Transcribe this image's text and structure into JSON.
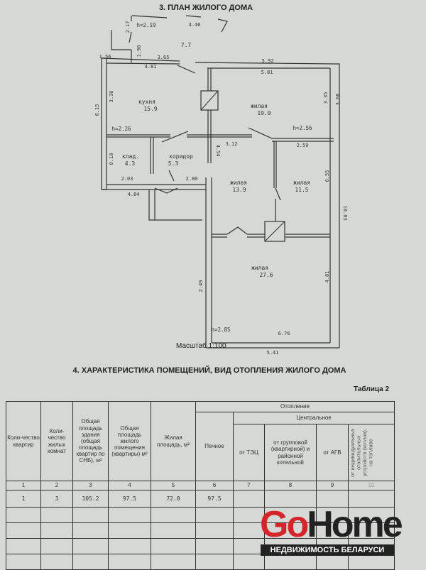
{
  "plan": {
    "title": "3. ПЛАН ЖИЛОГО ДОМА",
    "scale": "Масштаб 1:100",
    "rooms": [
      {
        "name": "кухня",
        "area": "15.9"
      },
      {
        "name": "жилая",
        "area": "19.0"
      },
      {
        "name": "клад.",
        "area": "4.3"
      },
      {
        "name": "коридор",
        "area": "5.3"
      },
      {
        "name": "жилая",
        "area": "13.9"
      },
      {
        "name": "жилая",
        "area": "11.5"
      },
      {
        "name": "жилая",
        "area": "27.6"
      },
      {
        "name": "",
        "area": "7.7"
      }
    ],
    "heights": [
      "h=2.19",
      "h=2.26",
      "h=2.56",
      "h=2.85"
    ],
    "dimensions": [
      "2.17",
      "4.46",
      "1.90",
      "1.56",
      "3.65",
      "4.81",
      "5.92",
      "5.81",
      "3.36",
      "6.15",
      "3.35",
      "3.60",
      "3.12",
      "2.59",
      "8.10",
      "4.54",
      "2.03",
      "2.80",
      "4.84",
      "6.55",
      "10.03",
      "2.49",
      "4.81",
      "6.76",
      "5.41"
    ]
  },
  "section": {
    "title": "4. ХАРАКТЕРИСТИКА ПОМЕЩЕНИЙ, ВИД ОТОПЛЕНИЯ ЖИЛОГО ДОМА",
    "table_label": "Таблица 2"
  },
  "table": {
    "headers": [
      "Коли-чество квартир",
      "Коли-чество жилых комнат",
      "Общая площадь здания (общая площадь квартир по СНБ), м²",
      "Общая площадь жилого помещения (квартиры) м²",
      "Жилая площадь, м²",
      "Печное",
      "от ТЭЦ",
      "от групповой (квартирной) и районной котельной",
      "от АГВ",
      "от индивидуальных отопительных устройств (котлов), на топливе"
    ],
    "group_heating": "Отопление",
    "group_central": "Центральное",
    "col_numbers": [
      "1",
      "2",
      "3",
      "4",
      "5",
      "6",
      "7",
      "8",
      "9",
      "10"
    ],
    "rows": [
      [
        "1",
        "3",
        "105.2",
        "97.5",
        "72.0",
        "97.5",
        "",
        "",
        "",
        ""
      ]
    ]
  },
  "watermark": {
    "brand_go": "Go",
    "brand_home": "Home",
    "tagline": "НЕДВИЖИМОСТЬ БЕЛАРУСИ"
  }
}
